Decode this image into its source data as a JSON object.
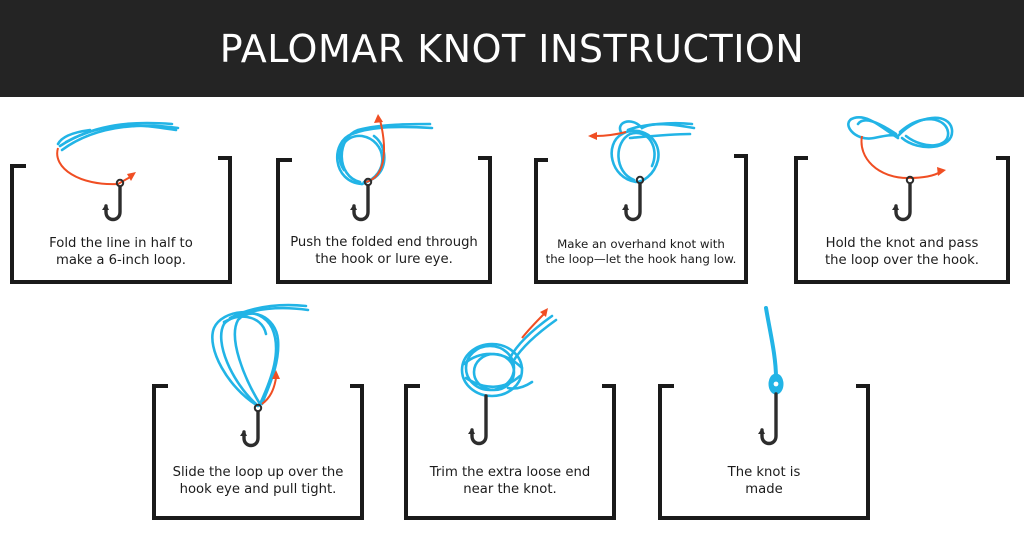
{
  "title": "PALOMAR KNOT INSTRUCTION",
  "colors": {
    "line": "#22b4e6",
    "arrow": "#f04e23",
    "hook": "#2d2d2d",
    "frame": "#1a1a1a",
    "header_bg": "#242424"
  },
  "steps": [
    {
      "line1": "Fold the line in half to",
      "line2": "make a 6-inch loop."
    },
    {
      "line1": "Push the folded end through",
      "line2": "the hook or lure eye."
    },
    {
      "line1": "Make an overhand knot with",
      "line2": "the loop—let the hook hang low."
    },
    {
      "line1": "Hold the knot and pass",
      "line2": "the loop over the hook."
    },
    {
      "line1": "Slide the loop up over the",
      "line2": "hook eye and pull tight."
    },
    {
      "line1": "Trim the extra loose end",
      "line2": "near the knot."
    },
    {
      "line1": "The knot is",
      "line2": "made"
    }
  ]
}
